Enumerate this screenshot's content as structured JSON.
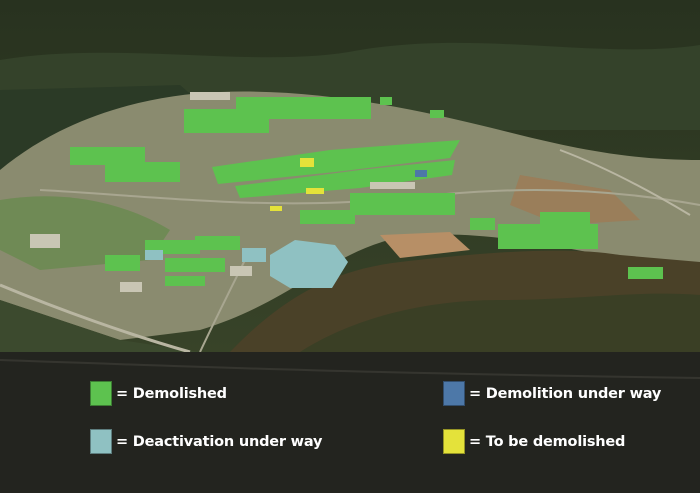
{
  "legend": {
    "items": [
      {
        "key": "demolished",
        "label": "= Demolished",
        "color": "#5dc24f"
      },
      {
        "key": "demolition-underway",
        "label": "= Demolition under way",
        "color": "#4d78a8"
      },
      {
        "key": "deactivation-underway",
        "label": "= Deactivation under way",
        "color": "#8fc1c2"
      },
      {
        "key": "to-be-demolished",
        "label": "= To be demolished",
        "color": "#e4e23a"
      }
    ]
  },
  "colors": {
    "forest_dark": "#263323",
    "forest_mid": "#3d4a2c",
    "autumn": "#6b5a36",
    "site_ground": "#8a8b6f",
    "grass": "#6f8a55",
    "road": "#b9b6a2",
    "building_teal": "#8fc1c2",
    "building_green": "#5dc24f",
    "building_yellow": "#e4e23a",
    "building_blue": "#4d78a8"
  }
}
